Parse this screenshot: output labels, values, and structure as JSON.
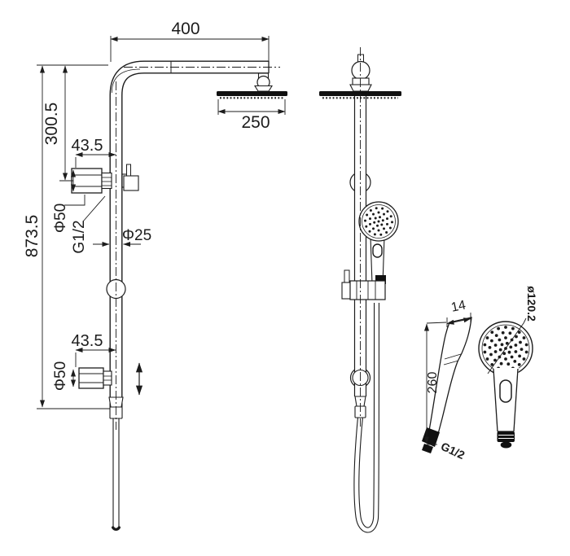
{
  "title": "Twin shower rail set technical drawing",
  "colors": {
    "background": "#ffffff",
    "line": "#1c1c1c"
  },
  "labels": {
    "arm_length": "400",
    "overhead_diameter": "250",
    "upper_height": "300.5",
    "total_height": "873.5",
    "top_bracket_offset": "43.5",
    "bottom_bracket_offset": "43.5",
    "top_flange_diameter": "Φ50",
    "bottom_flange_diameter": "Φ50",
    "top_thread": "G1/2",
    "rail_diameter": "Φ25",
    "handset_head_thickness": "14",
    "handset_length": "260",
    "handset_thread": "G1/2",
    "handset_head_diameter": "ø120.2"
  }
}
